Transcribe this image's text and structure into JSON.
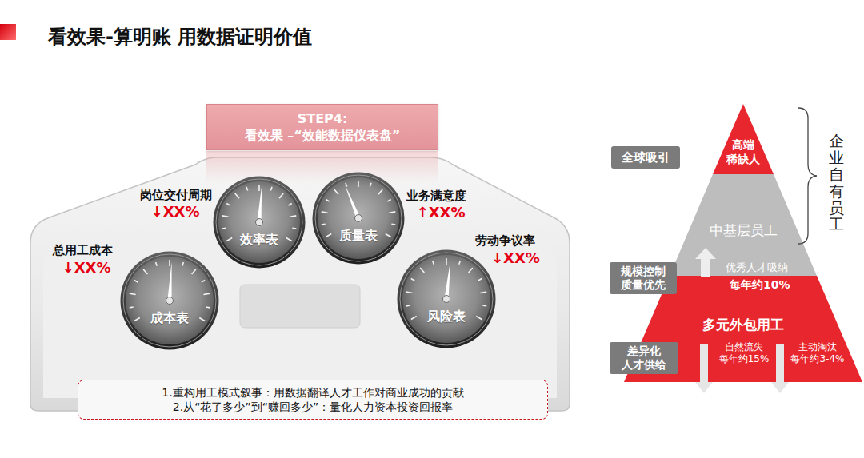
{
  "diagram": {
    "title": "看效果-算明账 用数据证明价值",
    "nodes": [
      {
        "text": [
          "STEP4:",
          "看效果 –“效能数据仪表盘”"
        ]
      },
      {
        "text": [
          "成本表"
        ]
      },
      {
        "text": [
          "效率表"
        ]
      },
      {
        "text": [
          "质量表"
        ]
      },
      {
        "text": [
          "风险表"
        ]
      },
      {
        "text": [
          "1.重构用工模式叙事：用数据翻译人才工作对商业成功的贡献",
          "2.从“花了多少”到“赚回多少”：量化人力资本投资回报率"
        ]
      },
      {
        "text": [
          "高端 稀缺人"
        ]
      },
      {
        "text": [
          "中基层员工"
        ]
      },
      {
        "text": [
          "多元外包用工"
        ]
      },
      {
        "text": [
          "全球吸引"
        ]
      },
      {
        "text": [
          "规模控制 质量优先"
        ]
      },
      {
        "text": [
          "差异化 人才供给"
        ]
      }
    ],
    "labels": [
      "岗位交付周期",
      "↓XX%",
      "业务满意度",
      "↑XX%",
      "总用工成本",
      "↓XX%",
      "劳动争议率",
      "↓XX%",
      "企业自有员工",
      "优秀人才吸纳",
      "每年约10%",
      "自然流失 每年约15%",
      "主动淘汰 每年约3-4%"
    ]
  }
}
